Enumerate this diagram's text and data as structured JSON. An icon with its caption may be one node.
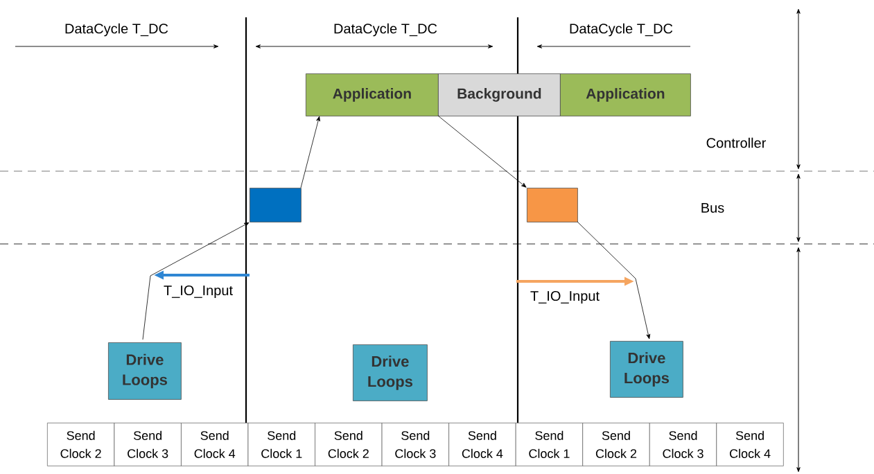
{
  "diagram": {
    "nodes": [
      {
        "text": [
          "Application"
        ]
      },
      {
        "text": [
          "Background"
        ]
      },
      {
        "text": [
          "Application"
        ]
      },
      {
        "text": [],
        "shape": "box"
      },
      {
        "text": [],
        "shape": "box"
      },
      {
        "text": [
          "Drive Loops"
        ]
      },
      {
        "text": [
          "Drive Loops"
        ]
      },
      {
        "text": [
          "Drive Loops"
        ]
      }
    ],
    "edges": [
      {
        "from": 5,
        "to": 3,
        "arrow": "to"
      },
      {
        "from": 3,
        "to": 0,
        "arrow": "to"
      },
      {
        "from": 1,
        "to": 4,
        "arrow": "to"
      },
      {
        "from": 4,
        "to": 7,
        "arrow": "to"
      }
    ],
    "labels": [
      "DataCycle T_DC",
      "DataCycle T_DC",
      "DataCycle T_DC",
      "Controller",
      "Bus",
      "T_IO_Input",
      "T_IO_Input",
      "Send Clock 2",
      "Send Clock 3",
      "Send Clock 4",
      "Send Clock 1",
      "Send Clock 2",
      "Send Clock 3",
      "Send Clock 4",
      "Send Clock 1",
      "Send Clock 2",
      "Send Clock 3",
      "Send Clock 4"
    ]
  }
}
